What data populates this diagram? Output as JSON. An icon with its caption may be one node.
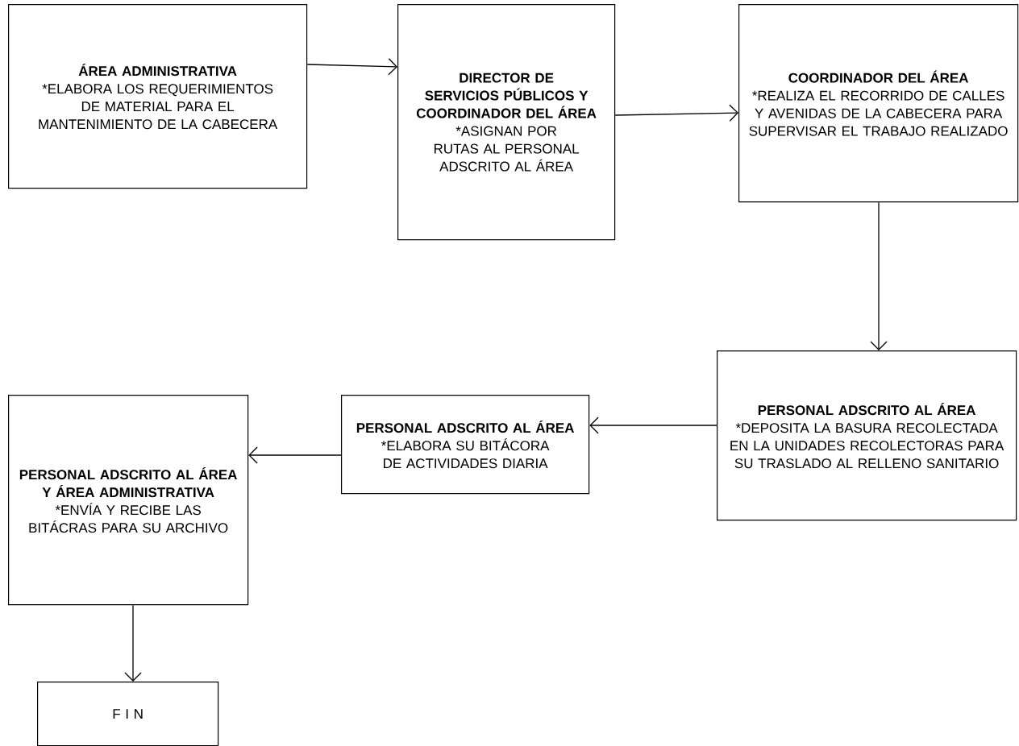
{
  "diagram": {
    "nodes": [
      {
        "text": [
          "ÁREA ADMINISTRATIVA",
          "*ELABORA LOS REQUERIMIENTOS DE MATERIAL PARA EL MANTENIMIENTO DE LA CABECERA"
        ]
      },
      {
        "text": [
          "DIRECTOR DE SERVICIOS PÚBLICOS Y COORDINADOR DEL ÁREA",
          "*ASIGNAN POR RUTAS AL PERSONAL ADSCRITO AL ÁREA"
        ]
      },
      {
        "text": [
          "COORDINADOR DEL ÁREA",
          "*REALIZA EL RECORRIDO DE CALLES Y AVENIDAS DE LA CABECERA PARA SUPERVISAR EL TRABAJO REALIZADO"
        ]
      },
      {
        "text": [
          "PERSONAL ADSCRITO AL ÁREA",
          "*DEPOSITA LA BASURA RECOLECTADA EN LA UNIDADES RECOLECTORAS PARA SU TRASLADO AL RELLENO SANITARIO"
        ]
      },
      {
        "text": [
          "PERSONAL ADSCRITO AL ÁREA",
          "*ELABORA SU BITÁCORA DE ACTIVIDADES DIARIA"
        ]
      },
      {
        "text": [
          "PERSONAL ADSCRITO AL ÁREA Y ÁREA ADMINISTRATIVA",
          "*ENVÍA Y RECIBE LAS BITÁCRAS PARA SU ARCHIVO"
        ]
      },
      {
        "text": [
          "F I N"
        ]
      }
    ],
    "edges": [
      {
        "from": 0,
        "to": 1,
        "arrow": "to"
      },
      {
        "from": 1,
        "to": 2,
        "arrow": "to"
      },
      {
        "from": 2,
        "to": 3,
        "arrow": "to"
      },
      {
        "from": 3,
        "to": 4,
        "arrow": "to"
      },
      {
        "from": 4,
        "to": 5,
        "arrow": "to"
      },
      {
        "from": 5,
        "to": 6,
        "arrow": "to"
      }
    ]
  }
}
